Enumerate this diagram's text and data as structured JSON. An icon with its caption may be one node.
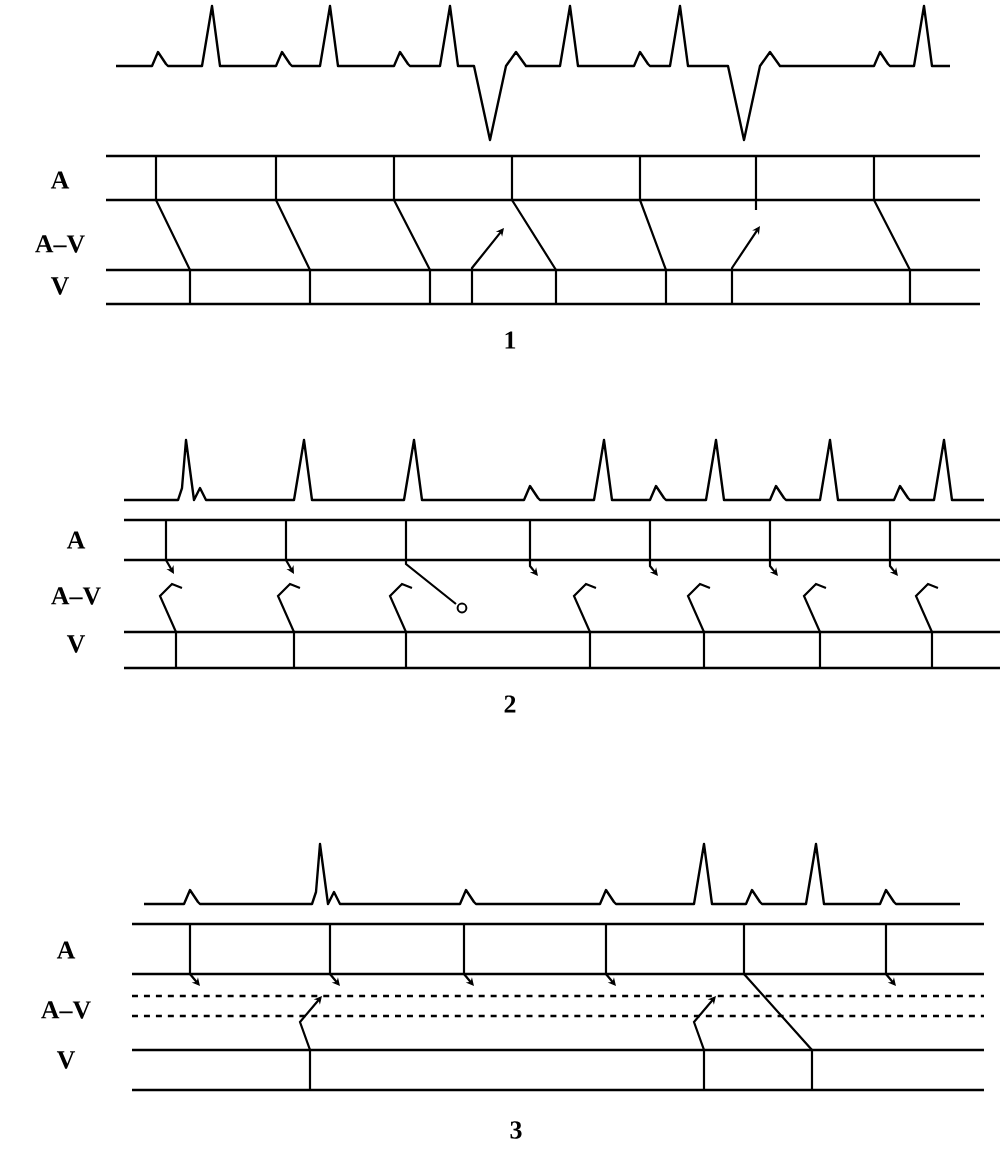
{
  "diagram": {
    "labels": [
      "A",
      "A–V",
      "V",
      "1",
      "A",
      "A–V",
      "V",
      "2",
      "A",
      "A–V",
      "V",
      "3"
    ]
  }
}
